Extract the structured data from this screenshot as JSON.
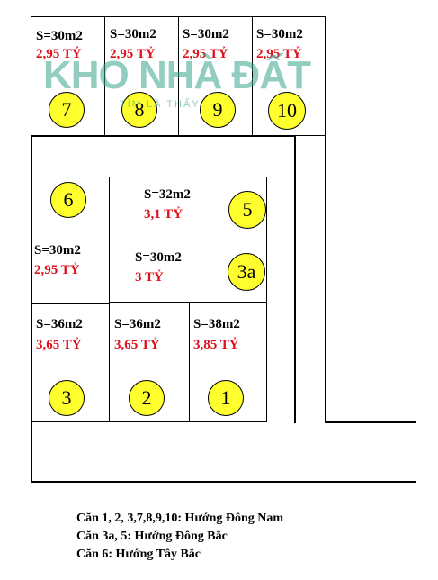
{
  "lots": [
    {
      "id": "7",
      "area": "S=30m2",
      "price": "2,95 TỶ"
    },
    {
      "id": "8",
      "area": "S=30m2",
      "price": "2,95 TỶ"
    },
    {
      "id": "9",
      "area": "S=30m2",
      "price": "2,95 TỶ"
    },
    {
      "id": "10",
      "area": "S=30m2",
      "price": "2,95 TỶ"
    },
    {
      "id": "6",
      "area": "S=30m2",
      "price": "2,95 TỶ"
    },
    {
      "id": "5",
      "area": "S=32m2",
      "price": "3,1 TỶ"
    },
    {
      "id": "3a",
      "area": "S=30m2",
      "price": "3 TỶ"
    },
    {
      "id": "3",
      "area": "S=36m2",
      "price": "3,65 TỶ"
    },
    {
      "id": "2",
      "area": "S=36m2",
      "price": "3,65 TỶ"
    },
    {
      "id": "1",
      "area": "S=38m2",
      "price": "3,85 TỶ"
    }
  ],
  "legend": [
    "Căn 1, 2, 3,7,8,9,10: Hướng Đông Nam",
    "Căn 3a, 5: Hướng Đông Bắc",
    "Căn 6:  Hướng Tây Bắc"
  ],
  "watermark": {
    "main": "KHO NHÀ ĐẤT",
    "sub": "TÌM LÀ THẤY"
  },
  "colors": {
    "price": "#e0101a",
    "marker": "#ffff2e",
    "watermark": "#3aa58d"
  }
}
